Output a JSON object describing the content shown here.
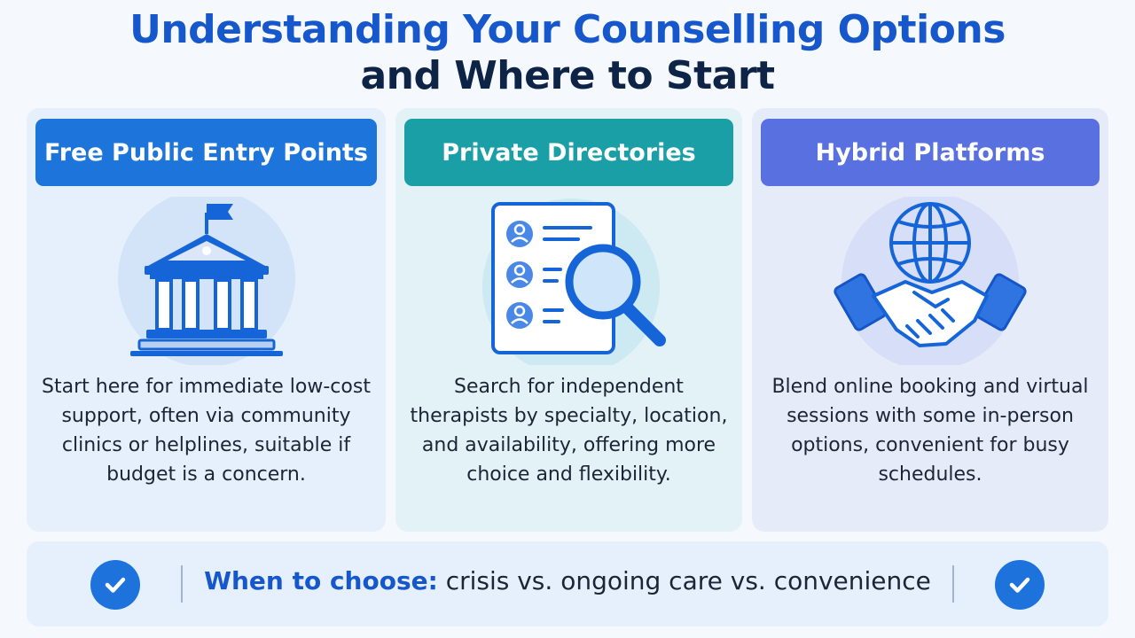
{
  "title": {
    "line1": "Understanding Your Counselling Options",
    "line2": "and Where to Start"
  },
  "cards": [
    {
      "header": "Free Public Entry Points",
      "icon": "government-building-icon",
      "description": "Start here for immediate low-cost support, often via community clinics or helplines, suitable if budget is a concern."
    },
    {
      "header": "Private Directories",
      "icon": "directory-search-icon",
      "description": "Search for independent therapists by specialty, location, and availability, offering more choice and flexibility."
    },
    {
      "header": "Hybrid Platforms",
      "icon": "globe-handshake-icon",
      "description": "Blend online booking and virtual sessions with some in-person options, convenient for busy schedules."
    }
  ],
  "bottom_bar": {
    "label": "When to choose:",
    "text": " crisis vs. ongoing care vs. convenience",
    "icon": "checkmark-circle-icon"
  },
  "colors": {
    "title_primary": "#1757cc",
    "title_secondary": "#0e2446",
    "card1_header": "#1d74db",
    "card2_header": "#1a9fa6",
    "card3_header": "#5971e0"
  }
}
